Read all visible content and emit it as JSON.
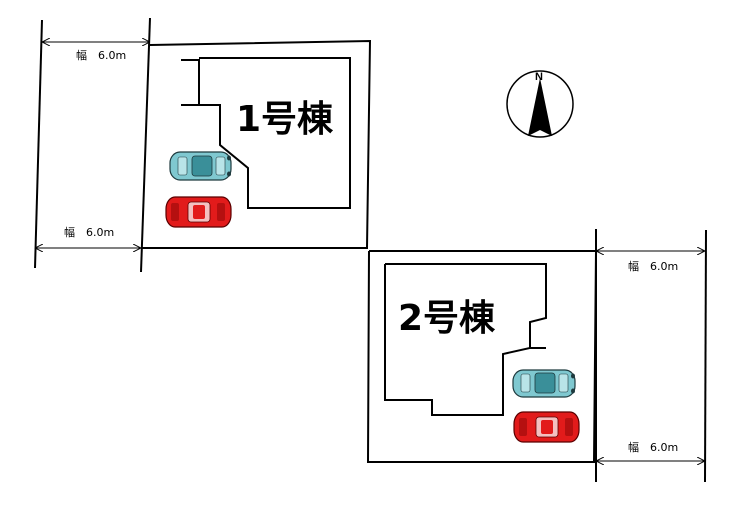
{
  "lots": [
    {
      "id": "lot-1",
      "label": "1号棟"
    },
    {
      "id": "lot-2",
      "label": "2号棟"
    }
  ],
  "roads": {
    "left_top": "幅　6.0m",
    "left_bottom": "幅　6.0m",
    "right_top": "幅　6.0m",
    "right_bottom": "幅　6.0m"
  },
  "compass": {
    "north_label": "N"
  },
  "cars": [
    {
      "lot": "lot-1",
      "color": "teal",
      "hex": "#7fc8d0"
    },
    {
      "lot": "lot-1",
      "color": "red",
      "hex": "#e21b1b"
    },
    {
      "lot": "lot-2",
      "color": "teal",
      "hex": "#7fc8d0"
    },
    {
      "lot": "lot-2",
      "color": "red",
      "hex": "#e21b1b"
    }
  ]
}
